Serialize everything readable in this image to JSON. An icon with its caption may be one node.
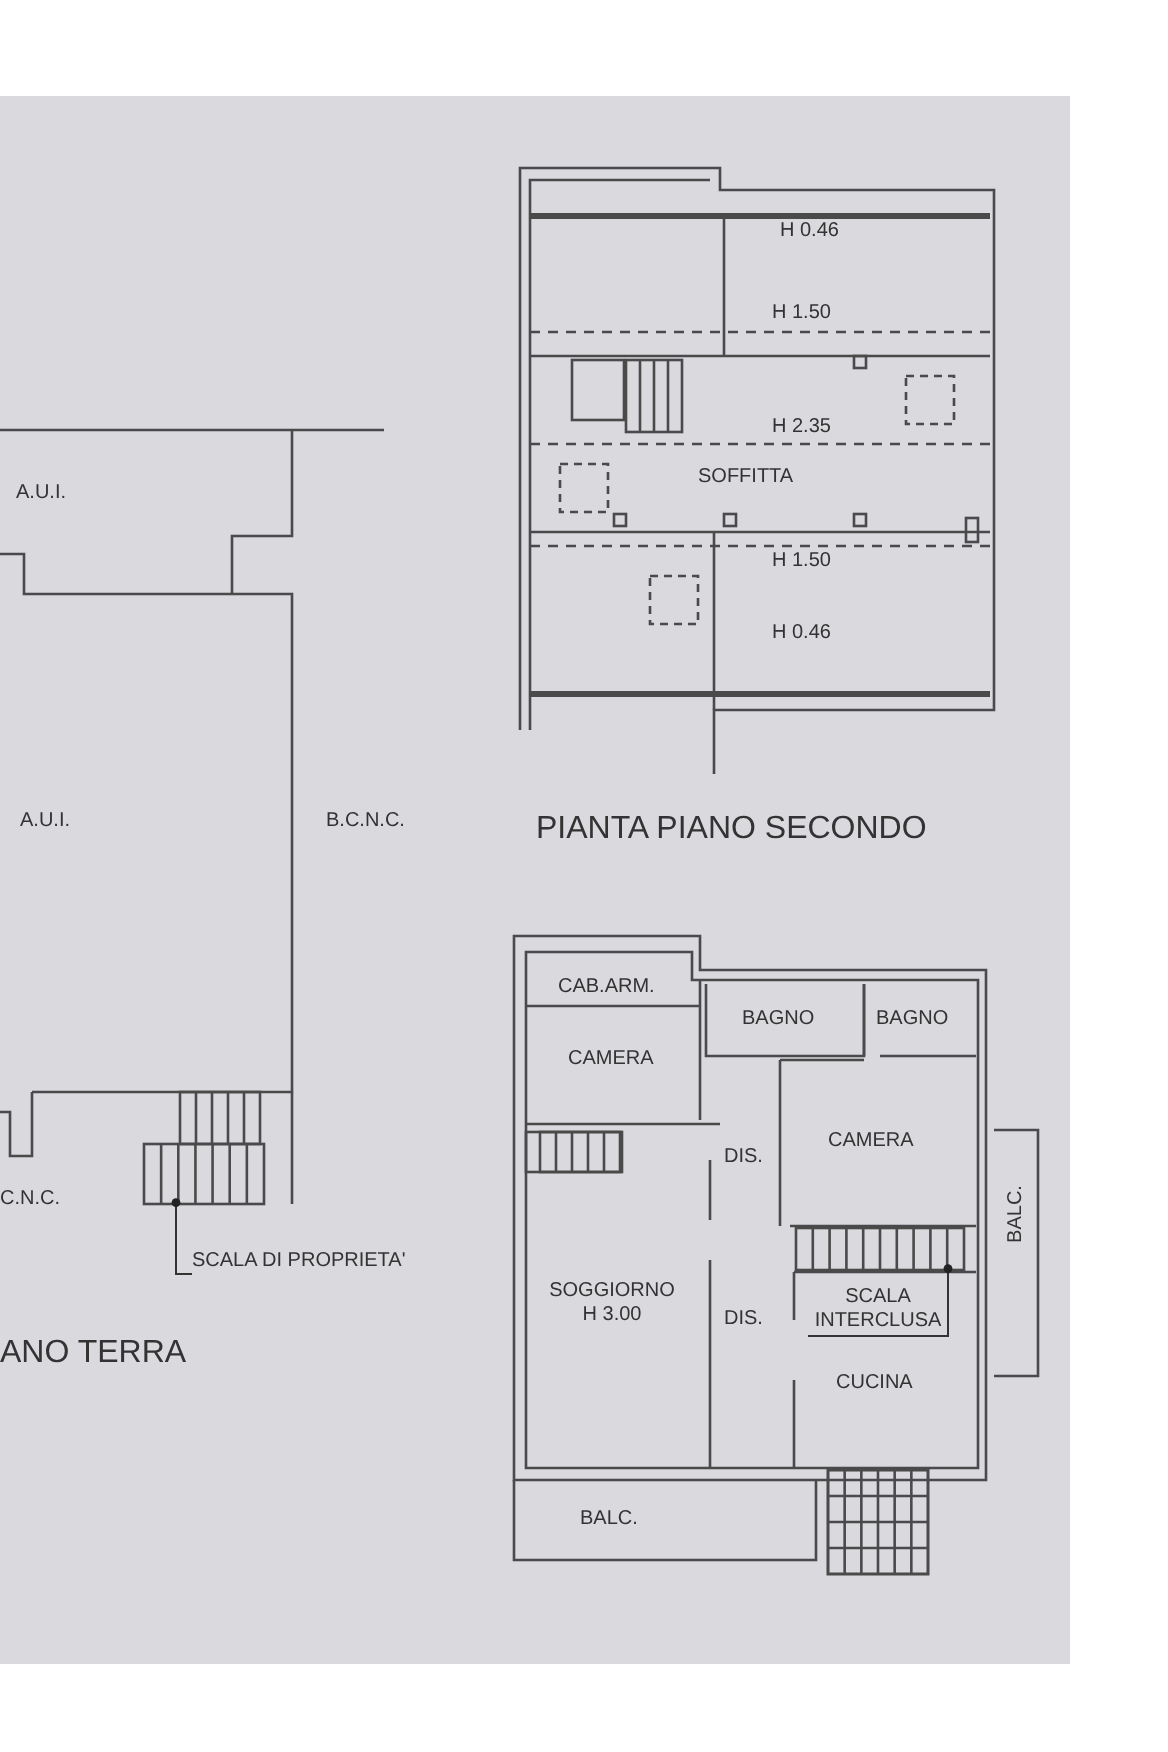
{
  "diagram": {
    "nodes": [
      {
        "text": [
          "SCALA DI PROPRIETA'"
        ]
      },
      {
        "text": [],
        "shape": "picture"
      },
      {
        "text": [
          "SCALA INTERCLUSA"
        ]
      },
      {
        "text": [],
        "shape": "picture"
      }
    ],
    "edges": [
      {
        "from": 0,
        "to": 1,
        "arrow": "other"
      },
      {
        "from": 2,
        "to": 3,
        "arrow": "other"
      }
    ],
    "labels": [
      "H 0.46",
      "H 1.50",
      "H 2.35",
      "SOFFITTA",
      "H 1.50",
      "H 0.46",
      "A.U.I.",
      "A.U.I.",
      "B.C.N.C.",
      "C.N.C.",
      "PIANTA PIANO SECONDO",
      "ANO TERRA",
      "CAB.ARM.",
      "BAGNO",
      "BAGNO",
      "CAMERA",
      "CAMERA",
      "DIS.",
      "BALC.",
      "SOGGIORNO H 3.00",
      "DIS.",
      "CUCINA",
      "BALC."
    ]
  }
}
